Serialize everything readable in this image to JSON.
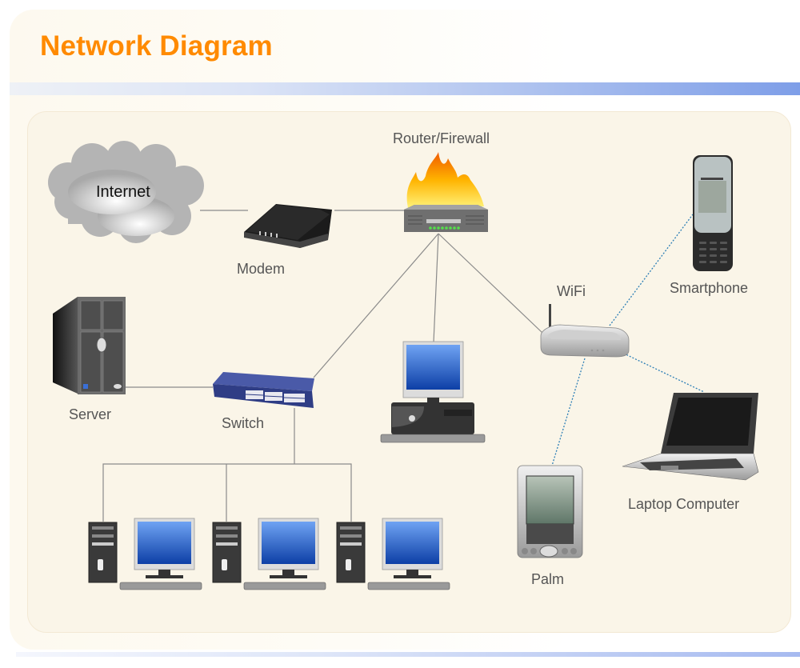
{
  "title": "Network Diagram",
  "colors": {
    "title": "#ff8a00",
    "panel": "#faf5e8",
    "wired_link": "#8a8a8a",
    "wireless_link": "#2d7fb6",
    "header_bar_end": "#7e9ee8"
  },
  "nodes": {
    "internet": {
      "label": "Internet",
      "icon": "cloud-icon"
    },
    "modem": {
      "label": "Modem",
      "icon": "modem-icon"
    },
    "router": {
      "label": "Router/Firewall",
      "icon": "firewall-icon"
    },
    "wifi": {
      "label": "WiFi",
      "icon": "wifi-router-icon"
    },
    "smartphone": {
      "label": "Smartphone",
      "icon": "smartphone-icon"
    },
    "server": {
      "label": "Server",
      "icon": "server-icon"
    },
    "switch": {
      "label": "Switch",
      "icon": "switch-icon"
    },
    "workstation": {
      "label": "",
      "icon": "desktop-computer-icon"
    },
    "laptop": {
      "label": "Laptop Computer",
      "icon": "laptop-icon"
    },
    "palm": {
      "label": "Palm",
      "icon": "pda-icon"
    },
    "pc1": {
      "label": "",
      "icon": "desktop-computer-icon"
    },
    "pc2": {
      "label": "",
      "icon": "desktop-computer-icon"
    },
    "pc3": {
      "label": "",
      "icon": "desktop-computer-icon"
    }
  },
  "links": [
    {
      "from": "internet",
      "to": "modem",
      "type": "wired"
    },
    {
      "from": "modem",
      "to": "router",
      "type": "wired"
    },
    {
      "from": "router",
      "to": "switch",
      "type": "wired"
    },
    {
      "from": "router",
      "to": "workstation",
      "type": "wired"
    },
    {
      "from": "router",
      "to": "wifi",
      "type": "wired"
    },
    {
      "from": "server",
      "to": "switch",
      "type": "wired"
    },
    {
      "from": "switch",
      "to": "pc1",
      "type": "wired"
    },
    {
      "from": "switch",
      "to": "pc2",
      "type": "wired"
    },
    {
      "from": "switch",
      "to": "pc3",
      "type": "wired"
    },
    {
      "from": "wifi",
      "to": "smartphone",
      "type": "wireless"
    },
    {
      "from": "wifi",
      "to": "laptop",
      "type": "wireless"
    },
    {
      "from": "wifi",
      "to": "palm",
      "type": "wireless"
    }
  ]
}
